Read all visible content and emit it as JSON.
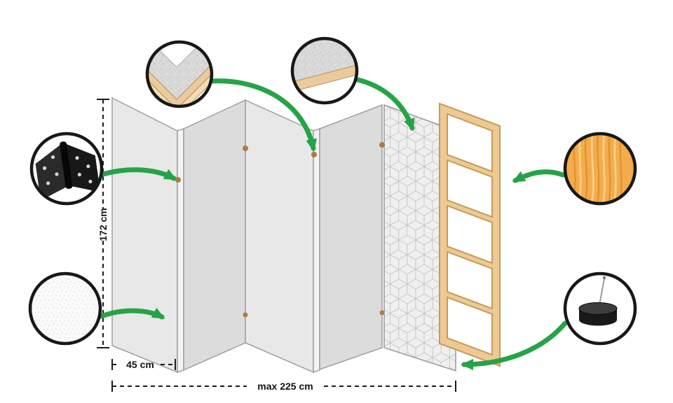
{
  "diagram": {
    "labels": {
      "height": "172 cm",
      "panel_width": "45 cm",
      "max_width": "max 225 cm"
    },
    "colors": {
      "arrow_green": "#27a347",
      "panel_light": "#e8e8e8",
      "panel_mid": "#dcdcdc",
      "panel_edge": "#9f9f9f",
      "wood_fill": "#edca92",
      "wood_edge": "#c49a5c",
      "callout_ring": "#181818",
      "pine_wood": "#f4ab4b"
    },
    "callouts": [
      {
        "id": "frame-corner",
        "icon": "frame-corner-detail-icon"
      },
      {
        "id": "covered-surface",
        "icon": "covered-surface-detail-icon"
      },
      {
        "id": "hinge",
        "icon": "hinge-detail-icon"
      },
      {
        "id": "fleece-texture",
        "icon": "fleece-texture-detail-icon"
      },
      {
        "id": "pine-wood",
        "icon": "pine-wood-detail-icon"
      },
      {
        "id": "foot-pad",
        "icon": "foot-pad-detail-icon"
      }
    ]
  }
}
